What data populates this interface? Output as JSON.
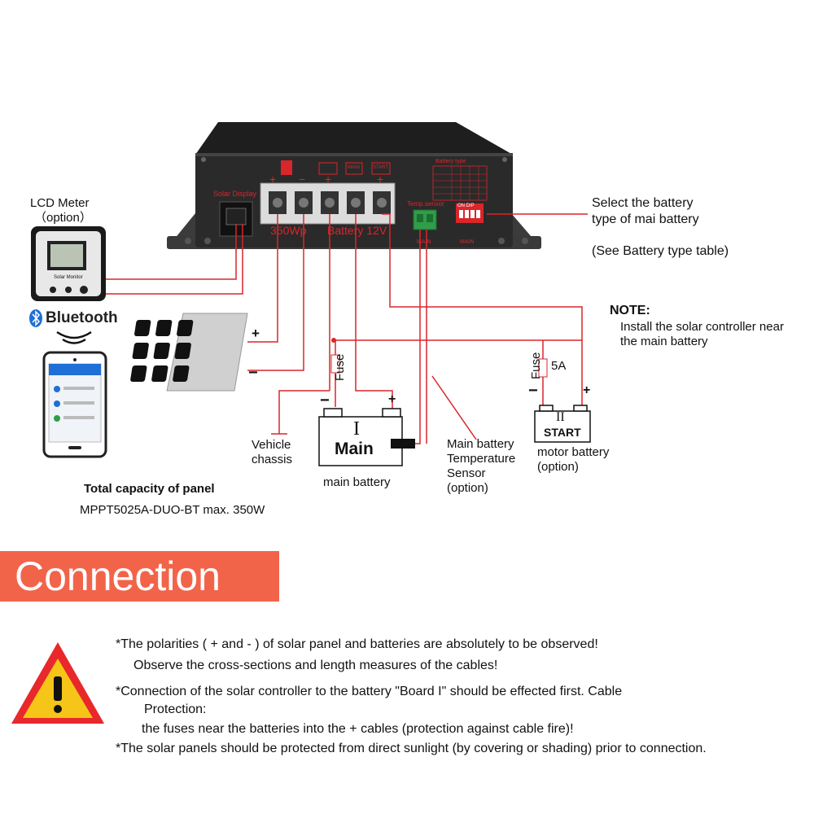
{
  "controller": {
    "solar_display_label": "Solar Display",
    "rating_label": "350Wp",
    "battery_label": "Battery 12V",
    "temp_sensor_label": "Temp.sensor",
    "temp_sensor_sub": "MAIN",
    "battery_type_title": "Battery type",
    "dip_label": "ON  DIP",
    "dip_sub": "MAIN",
    "terminal_labels": [
      "+",
      "−",
      "+",
      "+"
    ],
    "terminal_icons": [
      "solar-panel",
      "main-battery",
      "start-battery"
    ],
    "terminal_icon_texts": [
      "MAIN",
      "START"
    ]
  },
  "lcd_meter": {
    "label": "LCD Meter",
    "option": "（option）",
    "device_text": "Solar Monitor"
  },
  "bluetooth": {
    "label": "Bluetooth"
  },
  "solar_panel": {
    "plus": "+",
    "minus": "−"
  },
  "chassis": {
    "line1": "Vehicle",
    "line2": "chassis"
  },
  "main_battery": {
    "roman": "I",
    "name": "Main",
    "caption": "main battery",
    "minus": "−",
    "plus": "+",
    "fuse_label": "Fuse"
  },
  "motor_battery": {
    "roman": "II",
    "name": "START",
    "caption_line1": "motor battery",
    "caption_line2": "(option)",
    "minus": "−",
    "plus": "+",
    "fuse_label": "Fuse",
    "fuse_value": "5A"
  },
  "temp_sensor_caption": {
    "line1": "Main battery",
    "line2": "Temperature",
    "line3": "Sensor",
    "line4": "(option)"
  },
  "battery_type_note": {
    "line1": "Select the battery",
    "line2": "type of mai battery",
    "line3": "(See Battery type table)"
  },
  "note": {
    "title": "NOTE:",
    "line1": "Install the solar controller near",
    "line2": "the main battery"
  },
  "capacity": {
    "title": "Total capacity of panel",
    "model_line": "MPPT5025A-DUO-BT  max. 350W"
  },
  "section_title": "Connection",
  "warnings": {
    "line1": "*The polarities ( + and - ) of solar panel and batteries are absolutely to be observed!",
    "line2": "Observe the cross-sections and length measures of the cables!",
    "line3": "*Connection of the solar controller to the battery \"Board I\" should be effected first. Cable",
    "line4": "Protection:",
    "line5": "the fuses near the batteries into the + cables (protection against cable fire)!",
    "line6": "*The solar panels should be protected from direct sunlight (by covering or shading) prior to connection."
  },
  "colors": {
    "wire": "#d9262b",
    "controller_body": "#2a2a2a",
    "banner": "#f2644a",
    "warning_fill": "#f5c518",
    "warning_border": "#e8282b",
    "connector_green": "#2f9d4a"
  }
}
